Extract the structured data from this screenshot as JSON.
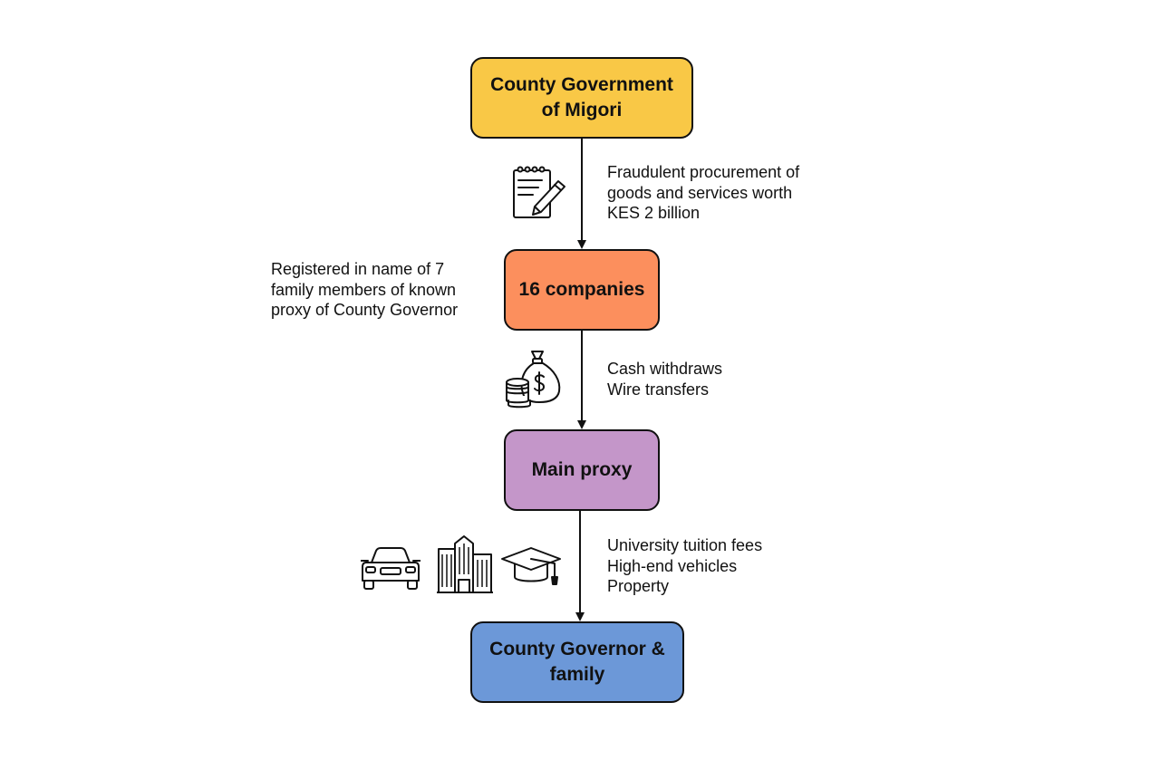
{
  "nodes": {
    "county_government": {
      "label": "County Government\nof Migori",
      "color": "#F9C846"
    },
    "companies": {
      "label": "16 companies",
      "color": "#FC8F5D"
    },
    "main_proxy": {
      "label": "Main proxy",
      "color": "#C496C9"
    },
    "governor_family": {
      "label": "County Governor &\nfamily",
      "color": "#6C98D8"
    }
  },
  "edges": {
    "procurement": {
      "label": "Fraudulent procurement of\ngoods and services worth\nKES 2 billion",
      "icon": "contract-signing-icon"
    },
    "cash": {
      "label": "Cash withdraws\nWire transfers",
      "icon": "money-bag-coins-icon"
    },
    "spending": {
      "label": "University tuition fees\nHigh-end vehicles\nProperty",
      "icons": [
        "car-icon",
        "buildings-icon",
        "graduation-cap-icon"
      ]
    }
  },
  "annotations": {
    "companies_note": "Registered in name of 7\nfamily members of known\nproxy of County Governor"
  }
}
